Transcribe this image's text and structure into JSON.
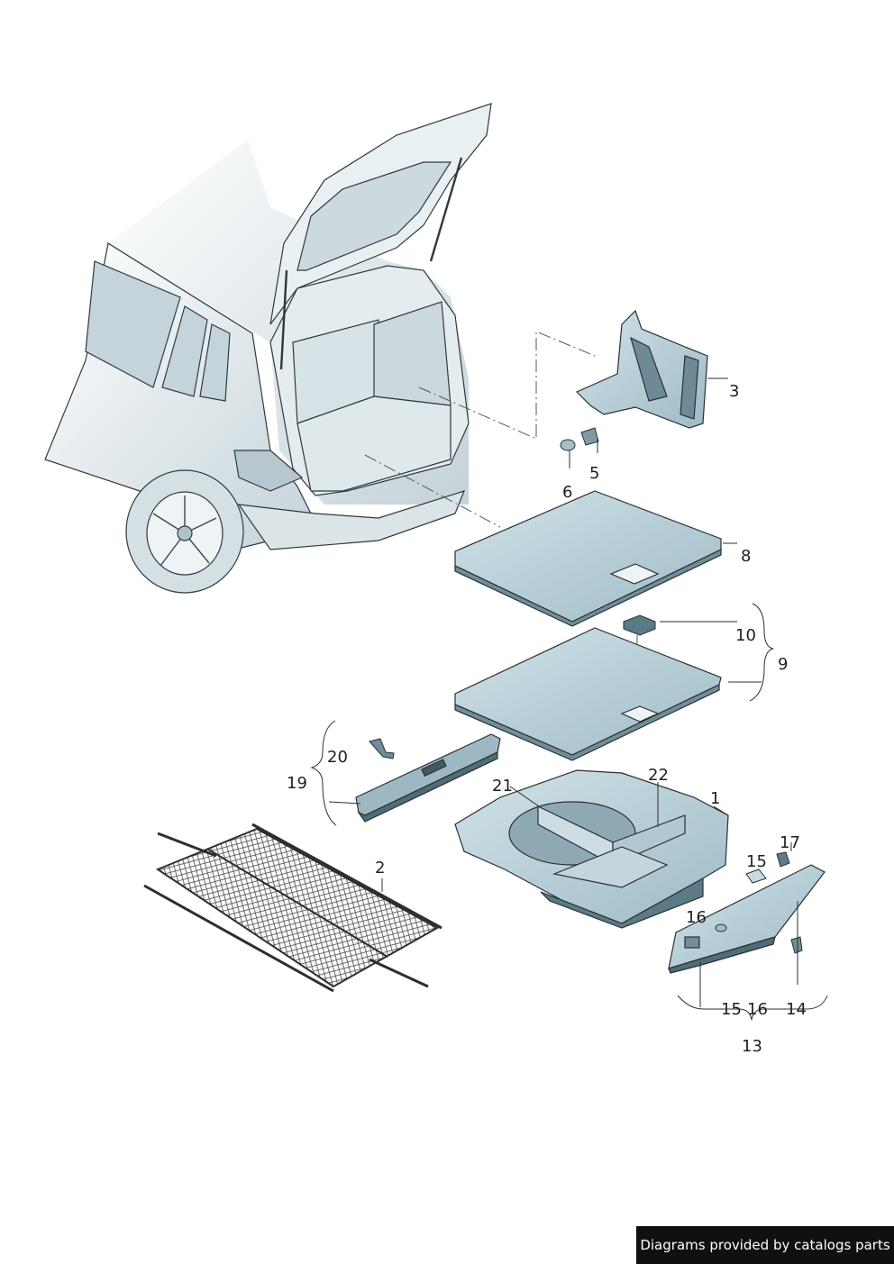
{
  "callouts": {
    "c1": "1",
    "c2": "2",
    "c3": "3",
    "c5": "5",
    "c6": "6",
    "c8": "8",
    "c9": "9",
    "c10": "10",
    "c13": "13",
    "c14": "14",
    "c15a": "15",
    "c15b": "15",
    "c16a": "16",
    "c16b": "16",
    "c17": "17",
    "c19": "19",
    "c20": "20",
    "c21": "21",
    "c22": "22"
  },
  "credit": "Diagrams provided by catalogs parts",
  "colors": {
    "part_fill": "#b7cfd8",
    "part_dark": "#5f7d89",
    "line": "#2a2f33",
    "car_shade": "#c9d6db"
  }
}
